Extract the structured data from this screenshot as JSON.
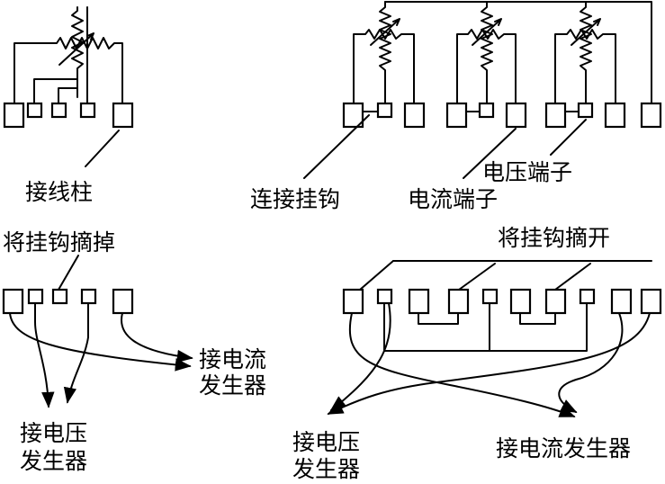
{
  "labels": {
    "terminal_post": "接线柱",
    "connecting_hook": "连接挂钩",
    "current_terminal": "电流端子",
    "voltage_terminal": "电压端子",
    "remove_hook_left": "将挂钩摘掉",
    "remove_hook_right": "将挂钩摘开",
    "to_current_generator_left_line1": "接电流",
    "to_current_generator_left_line2": "发生器",
    "to_voltage_generator_left_line1": "接电压",
    "to_voltage_generator_left_line2": "发生器",
    "to_voltage_generator_right_line1": "接电压",
    "to_voltage_generator_right_line2": "发生器",
    "to_current_generator_right": "接电流发生器"
  }
}
